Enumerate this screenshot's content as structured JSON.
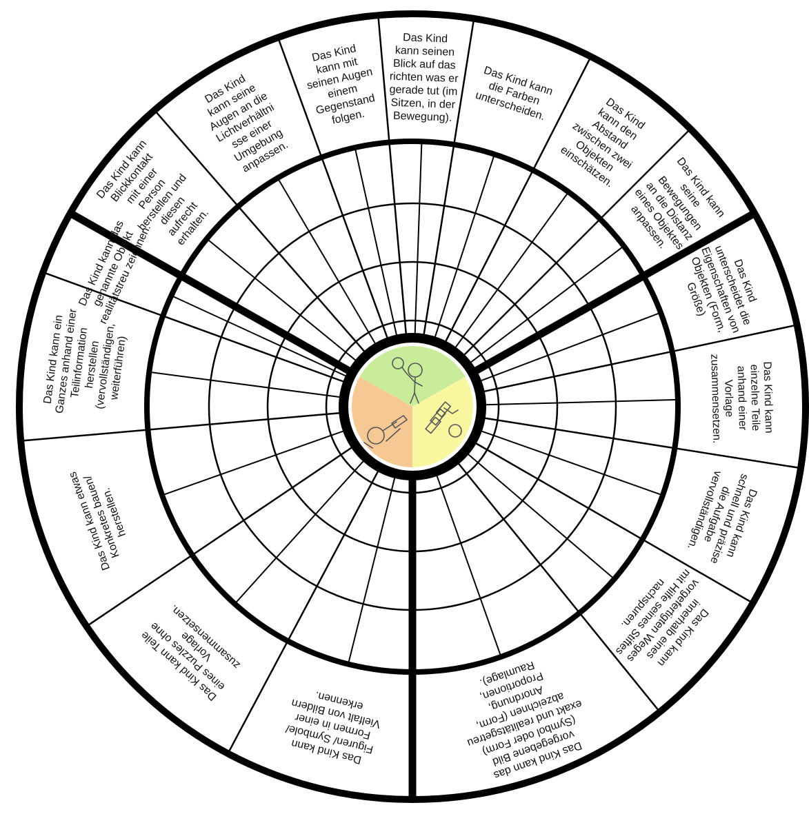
{
  "wheel": {
    "sectors": [
      {
        "id": "blickkontakt",
        "lines": [
          "Das Kind kann",
          "Blickkontakt",
          "mit einer",
          "Person",
          "herstellen und",
          "diesen",
          "aufrecht",
          "erhalten."
        ]
      },
      {
        "id": "lichtverhaeltnisse",
        "lines": [
          "Das Kind",
          "kann seine",
          "Augen an die",
          "Lichtverhältni",
          "sse einer",
          "Umgebung",
          "anpassen."
        ]
      },
      {
        "id": "gegenstand-folgen",
        "lines": [
          "Das Kind",
          "kann mit",
          "seinen Augen",
          "einem",
          "Gegenstand",
          "folgen."
        ]
      },
      {
        "id": "blick-richten",
        "lines": [
          "Das Kind",
          "kann seinen",
          "Blick auf das",
          "richten was er",
          "gerade tut (im",
          "Sitzen, in der",
          "Bewegung)."
        ]
      },
      {
        "id": "farben",
        "lines": [
          "Das Kind kann",
          "die Farben",
          "unterscheiden."
        ]
      },
      {
        "id": "abstand",
        "lines": [
          "Das Kind",
          "kann den",
          "Abstand",
          "zwischen zwei",
          "Objekten",
          "einschätzen."
        ]
      },
      {
        "id": "bewegungen-distanz",
        "lines": [
          "Das Kind kann",
          "seine",
          "Bewegungen",
          "an die Distanz",
          "eines Objektes",
          "anpassen."
        ]
      },
      {
        "id": "eigenschaften",
        "lines": [
          "Das Kind",
          "unterscheidet die",
          "Eigenschaften von",
          "Objekten (Form,",
          "Größe)"
        ]
      },
      {
        "id": "teile-vorlage",
        "lines": [
          "Das Kind kann",
          "einzelne Teile",
          "anhand einer",
          "Vorlage",
          "zusammensetzen."
        ]
      },
      {
        "id": "aufgabe-vervollstaendigen",
        "lines": [
          "Das Kind kann",
          "schnell und präzise",
          "die Aufgabe",
          "vervollständigen."
        ]
      },
      {
        "id": "weg-nachspuren",
        "lines": [
          "Das Kind kann",
          "innerhalb eines",
          "vorgefertigten Weges",
          "mit Hilfe seines Stiftes",
          "nachspuren."
        ]
      },
      {
        "id": "bild-abzeichnen",
        "lines": [
          "Das Kind kann das",
          "vorgegebene Bild",
          "(Symbol oder Form)",
          "exakt und realitätsgetreu",
          "abzeichnen (Form,",
          "Anordnung,",
          "Proportionen,",
          "Raumlage)."
        ]
      },
      {
        "id": "figuren-erkennen",
        "lines": [
          "Das Kind kann",
          "Figuren/ Symbole/",
          "Formen in einer",
          "Vielfalt von Bildern",
          "erkennen."
        ]
      },
      {
        "id": "puzzle",
        "lines": [
          "Das Kind kann Teile",
          "eines Puzzles ohne",
          "Vorlage",
          "zusammensetzen."
        ]
      },
      {
        "id": "konkretes-bauen",
        "lines": [
          "Das Kind kann etwas",
          "Konkretes bauen/",
          "herstellen."
        ]
      },
      {
        "id": "ganzes-herstellen",
        "lines": [
          "Das Kind kann ein",
          "Ganzes anhand einer",
          "Teilinformation",
          "herstellen",
          "(vervollständigen,",
          "weiterführen)"
        ]
      },
      {
        "id": "objekt-zeichnen",
        "lines": [
          "Das Kind kann das",
          "genannte Objekt",
          "realitätstreu zeichnen."
        ]
      }
    ],
    "center_groups": [
      {
        "id": "top",
        "color": "#c9ec9a",
        "icon": "child-with-magnifier-icon"
      },
      {
        "id": "right",
        "color": "#f8f7a0",
        "icon": "building-blocks-icon"
      },
      {
        "id": "left",
        "color": "#f6c894",
        "icon": "pencil-drawing-icon"
      }
    ],
    "colors": {
      "stroke": "#000000",
      "text": "#111111",
      "background": "#ffffff"
    }
  }
}
